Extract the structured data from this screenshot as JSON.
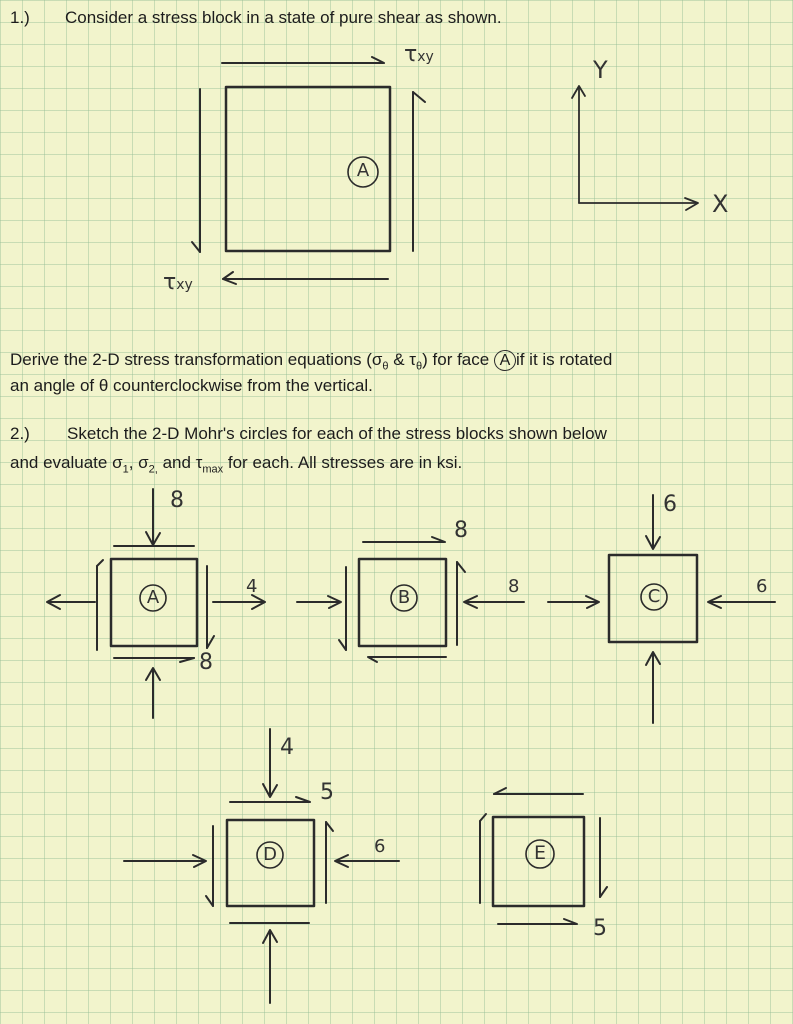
{
  "problem1": {
    "number": "1.)",
    "statement": "Consider a stress block in a state of pure shear as shown.",
    "tau_label": "τ",
    "tau_sub": "xy",
    "face_label": "A",
    "axis_y": "Y",
    "axis_x": "X",
    "derive_line1_a": "Derive the 2-D stress transformation equations (σ",
    "derive_line1_theta1": "θ",
    "derive_line1_b": " & τ",
    "derive_line1_theta2": "θ",
    "derive_line1_c": ") for face ",
    "derive_line1_face": "A",
    "derive_line1_d": "if it is rotated",
    "derive_line2": "an angle of θ counterclockwise from the vertical."
  },
  "problem2": {
    "number": "2.)",
    "line1": "Sketch the 2-D Mohr's circles for each of the stress blocks shown below",
    "line2_a": "and evaluate σ",
    "line2_s1": "1",
    "line2_b": ", σ",
    "line2_s2": "2,",
    "line2_c": " and τ",
    "line2_smax": "max",
    "line2_d": " for each.  All stresses are in ksi."
  },
  "blocks": {
    "A": {
      "label": "A",
      "top": "8",
      "right": "4",
      "shear": "8"
    },
    "B": {
      "label": "B",
      "shear": "8",
      "right": "8"
    },
    "C": {
      "label": "C",
      "top": "6",
      "right": "6"
    },
    "D": {
      "label": "D",
      "top": "4",
      "shear": "5",
      "right": "6"
    },
    "E": {
      "label": "E",
      "shear": "5"
    }
  },
  "colors": {
    "paper": "#f2f4cc",
    "grid": "#96be96",
    "ink": "#333333"
  }
}
